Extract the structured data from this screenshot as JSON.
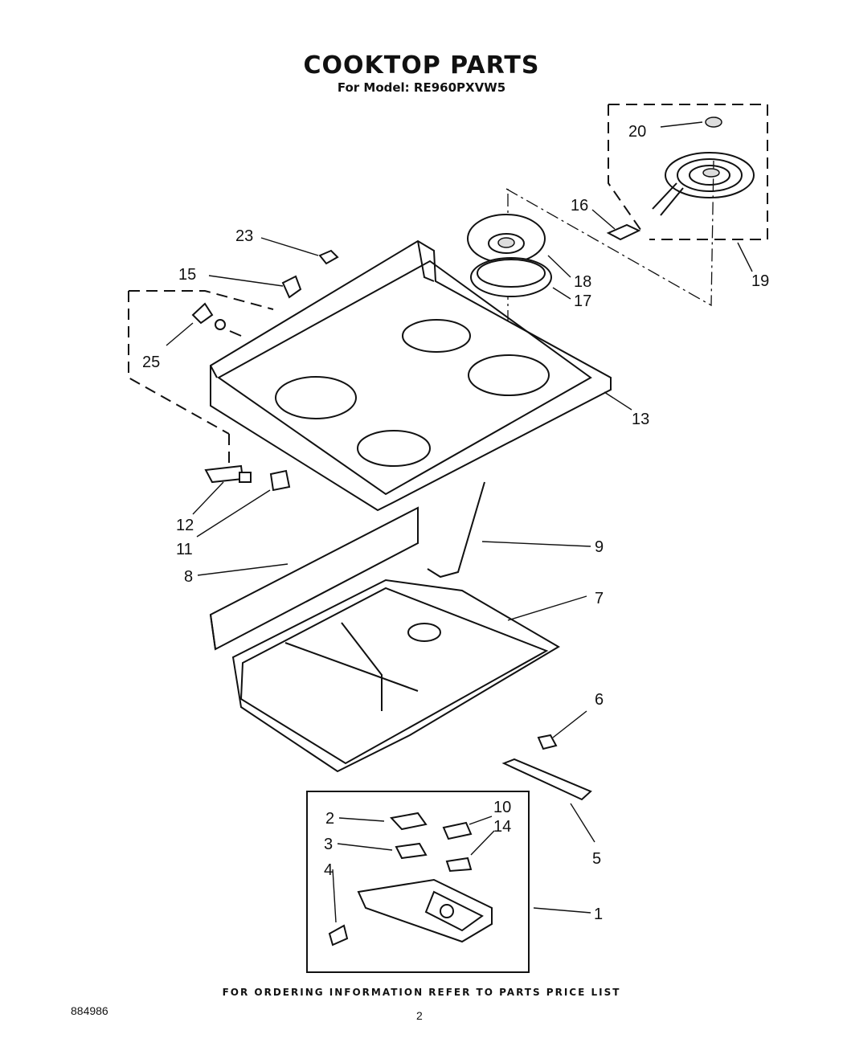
{
  "header": {
    "title": "COOKTOP PARTS",
    "subtitle": "For Model: RE960PXVW5"
  },
  "footer": {
    "ordering_note": "FOR ORDERING INFORMATION REFER TO PARTS PRICE LIST",
    "document_number": "884986",
    "page_number": "2"
  },
  "callouts": {
    "c1": "1",
    "c2": "2",
    "c3": "3",
    "c4": "4",
    "c5": "5",
    "c6": "6",
    "c7": "7",
    "c8": "8",
    "c9": "9",
    "c10": "10",
    "c11": "11",
    "c12": "12",
    "c13": "13",
    "c14": "14",
    "c15": "15",
    "c16": "16",
    "c17": "17",
    "c18": "18",
    "c19": "19",
    "c20": "20",
    "c23": "23",
    "c25": "25"
  }
}
